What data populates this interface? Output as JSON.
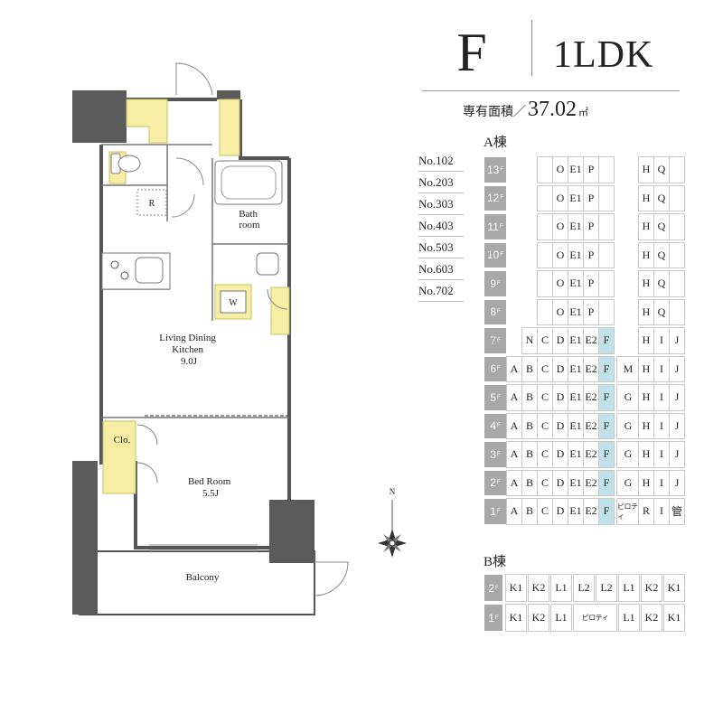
{
  "header": {
    "type": "F",
    "layout": "1LDK"
  },
  "area": {
    "label": "専有面積／",
    "value": "37.02",
    "unit": "㎡"
  },
  "unit_numbers": [
    "No.102",
    "No.203",
    "No.303",
    "No.403",
    "No.503",
    "No.603",
    "No.702"
  ],
  "rooms": {
    "ldk": [
      "Living Dining",
      "Kitchen",
      "9.0J"
    ],
    "bed": [
      "Bed Room",
      "5.5J"
    ],
    "bath": [
      "Bath",
      "room"
    ],
    "closet": "Clo.",
    "balcony": "Balcony",
    "refrigerator": "R",
    "washer": "W"
  },
  "compass": {
    "north": "N"
  },
  "tower_a": {
    "title": "A棟",
    "floors": [
      {
        "label": "13",
        "cells": [
          null,
          null,
          "O",
          "E1",
          "P",
          null,
          null,
          "H",
          "Q",
          null
        ]
      },
      {
        "label": "12",
        "cells": [
          null,
          null,
          "O",
          "E1",
          "P",
          null,
          null,
          "H",
          "Q",
          null
        ]
      },
      {
        "label": "11",
        "cells": [
          null,
          null,
          "O",
          "E1",
          "P",
          null,
          null,
          "H",
          "Q",
          null
        ]
      },
      {
        "label": "10",
        "cells": [
          null,
          null,
          "O",
          "E1",
          "P",
          null,
          null,
          "H",
          "Q",
          null
        ]
      },
      {
        "label": "9",
        "cells": [
          null,
          null,
          "O",
          "E1",
          "P",
          null,
          null,
          "H",
          "Q",
          null
        ]
      },
      {
        "label": "8",
        "cells": [
          null,
          null,
          "O",
          "E1",
          "P",
          null,
          null,
          "H",
          "Q",
          null
        ]
      },
      {
        "label": "7",
        "cells": [
          null,
          "N",
          "C",
          "D",
          "E1",
          "E2",
          "F",
          null,
          "H",
          "I",
          "J"
        ]
      },
      {
        "label": "6",
        "cells": [
          "A",
          "B",
          "C",
          "D",
          "E1",
          "E2",
          "F",
          "M",
          "H",
          "I",
          "J"
        ]
      },
      {
        "label": "5",
        "cells": [
          "A",
          "B",
          "C",
          "D",
          "E1",
          "E2",
          "F",
          "G",
          "H",
          "I",
          "J"
        ]
      },
      {
        "label": "4",
        "cells": [
          "A",
          "B",
          "C",
          "D",
          "E1",
          "E2",
          "F",
          "G",
          "H",
          "I",
          "J"
        ]
      },
      {
        "label": "3",
        "cells": [
          "A",
          "B",
          "C",
          "D",
          "E1",
          "E2",
          "F",
          "G",
          "H",
          "I",
          "J"
        ]
      },
      {
        "label": "2",
        "cells": [
          "A",
          "B",
          "C",
          "D",
          "E1",
          "E2",
          "F",
          "G",
          "H",
          "I",
          "J"
        ]
      },
      {
        "label": "1",
        "cells": [
          "A",
          "B",
          "C",
          "D",
          "E1",
          "E2",
          "F",
          "ピロティ",
          "R",
          "I",
          "管"
        ]
      }
    ]
  },
  "tower_b": {
    "title": "B棟",
    "floors": [
      {
        "label": "2",
        "cells": [
          "K1",
          "K2",
          "L1",
          "L2",
          "L2",
          "L1",
          "K2",
          "K1"
        ]
      },
      {
        "label": "1",
        "cells": [
          "K1",
          "K2",
          "L1",
          "ピロティ",
          "L1",
          "K2",
          "K1"
        ]
      }
    ]
  },
  "colors": {
    "accent": "#f7eea6",
    "wall": "#5b5b5b",
    "floor_cell": "#a8a8a8",
    "highlight": "#bfe1ea"
  }
}
